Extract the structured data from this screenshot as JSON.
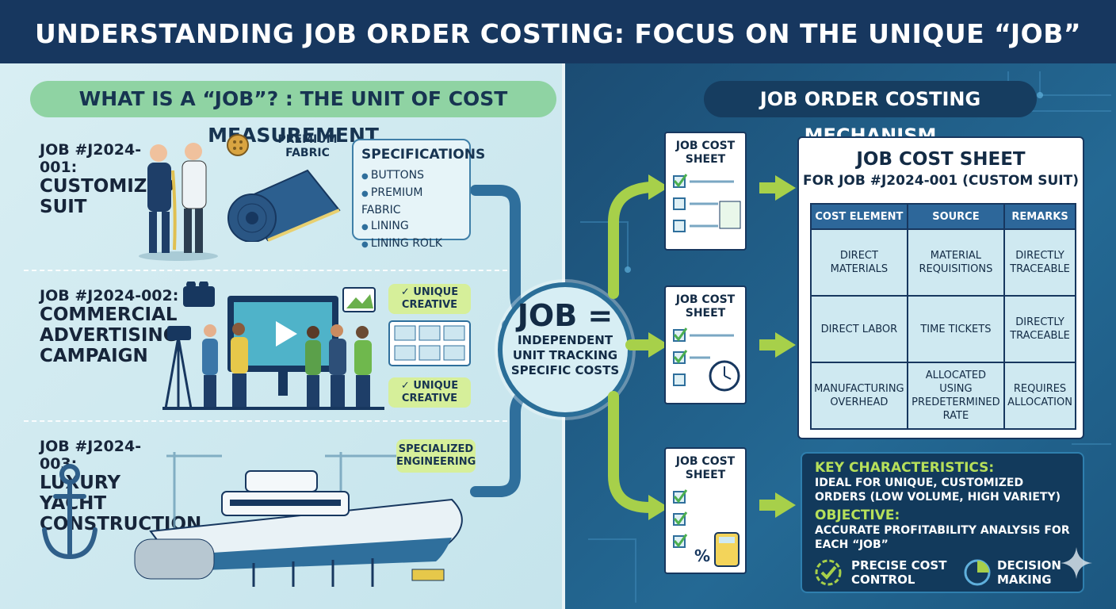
{
  "header": {
    "title": "UNDERSTANDING JOB ORDER COSTING: FOCUS ON THE UNIQUE “JOB”"
  },
  "left": {
    "title": "WHAT IS A “JOB”? : THE UNIT OF COST MEASUREMENT",
    "jobs": [
      {
        "id": "JOB #J2024-001:",
        "name": "CUSTOMIZED SUIT"
      },
      {
        "id": "JOB #J2024-002:",
        "name": "COMMERCIAL ADVERTISING CAMPAIGN"
      },
      {
        "id": "JOB #J2024-003:",
        "name": "LUXURY YACHT CONSTRUCTION"
      }
    ],
    "fabric_label": "PREMIUM FABRIC",
    "spec": {
      "title": "SPECIFICATIONS",
      "items": [
        "BUTTONS",
        "PREMIUM FABRIC",
        "LINING",
        "LINING ROLK"
      ]
    },
    "tags": {
      "creative1": "UNIQUE CREATIVE",
      "creative2": "UNIQUE CREATIVE",
      "engineering": "SPECIALIZED ENGINEERING"
    }
  },
  "center": {
    "word": "JOB =",
    "text": "INDEPENDENT UNIT TRACKING SPECIFIC COSTS"
  },
  "right": {
    "title": "JOB ORDER COSTING MECHANISM",
    "doc_label": "JOB COST SHEET",
    "sheet": {
      "title": "JOB COST SHEET",
      "subtitle": "FOR JOB #J2024-001 (CUSTOM SUIT)",
      "columns": [
        "COST ELEMENT",
        "SOURCE",
        "REMARKS"
      ],
      "rows": [
        [
          "DIRECT MATERIALS",
          "MATERIAL REQUISITIONS",
          "DIRECTLY TRACEABLE"
        ],
        [
          "DIRECT LABOR",
          "TIME TICKETS",
          "DIRECTLY TRACEABLE"
        ],
        [
          "MANUFACTURING OVERHEAD",
          "ALLOCATED USING PREDETERMINED RATE",
          "REQUIRES ALLOCATION"
        ]
      ]
    },
    "key": {
      "h1": "KEY CHARACTERISTICS:",
      "p1": "IDEAL FOR UNIQUE, CUSTOMIZED ORDERS (LOW VOLUME, HIGH VARIETY)",
      "h2": "OBJECTIVE:",
      "p2": "ACCURATE PROFITABILITY ANALYSIS FOR EACH “JOB”",
      "b1": "PRECISE COST CONTROL",
      "b2": "DECISION MAKING"
    }
  },
  "colors": {
    "navy": "#17375f",
    "lime": "#a7d04a",
    "mint": "#8fd3a3",
    "blue": "#2d679a"
  }
}
